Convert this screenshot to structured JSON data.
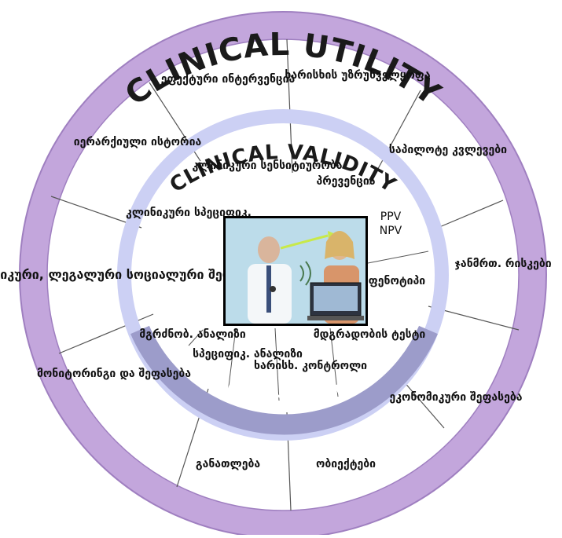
{
  "rings": {
    "outer_title": "CLINICAL UTILITY",
    "middle_title": "CLINICAL VALIDITY",
    "inner_title": "ANALYTIC VALIDITY"
  },
  "outer_segments": [
    "ეფექტური ინტერვენცია",
    "ხარისხის უზრუნველყოფა",
    "საპილოტე კვლევები",
    "ჯანმრთ. რისკები",
    "ეკონომიკური შეფასება",
    "ობიექტები",
    "განათლება",
    "მონიტორინგი და შეფასება",
    "ეთიკური, ლეგალური სოციალური შედეგები",
    "იერარქიული ისტორია"
  ],
  "middle_segments": [
    "კლინიკური სენსიტიურობა",
    "პრევენცია",
    "PPV",
    "NPV",
    "ფენოტიპი",
    "კლინიკური სპეციფიკ."
  ],
  "inner_segments": [
    "მგრძნობ. ანალიზი",
    "სპეციფიკ. ანალიზი",
    "ხარისხ. კონტროლი",
    "მდგრადობის ტესტი"
  ],
  "colors": {
    "outer_ring": "#c3a6dc",
    "outer_ring_edge": "#9f7fc0",
    "wheel_fill": "#ffffff",
    "middle_ring": "#ccd0f4",
    "inner_ring": "#9c9cca",
    "divider": "#555555"
  },
  "photo": {
    "icon": "doctor-and-patient-photo"
  }
}
